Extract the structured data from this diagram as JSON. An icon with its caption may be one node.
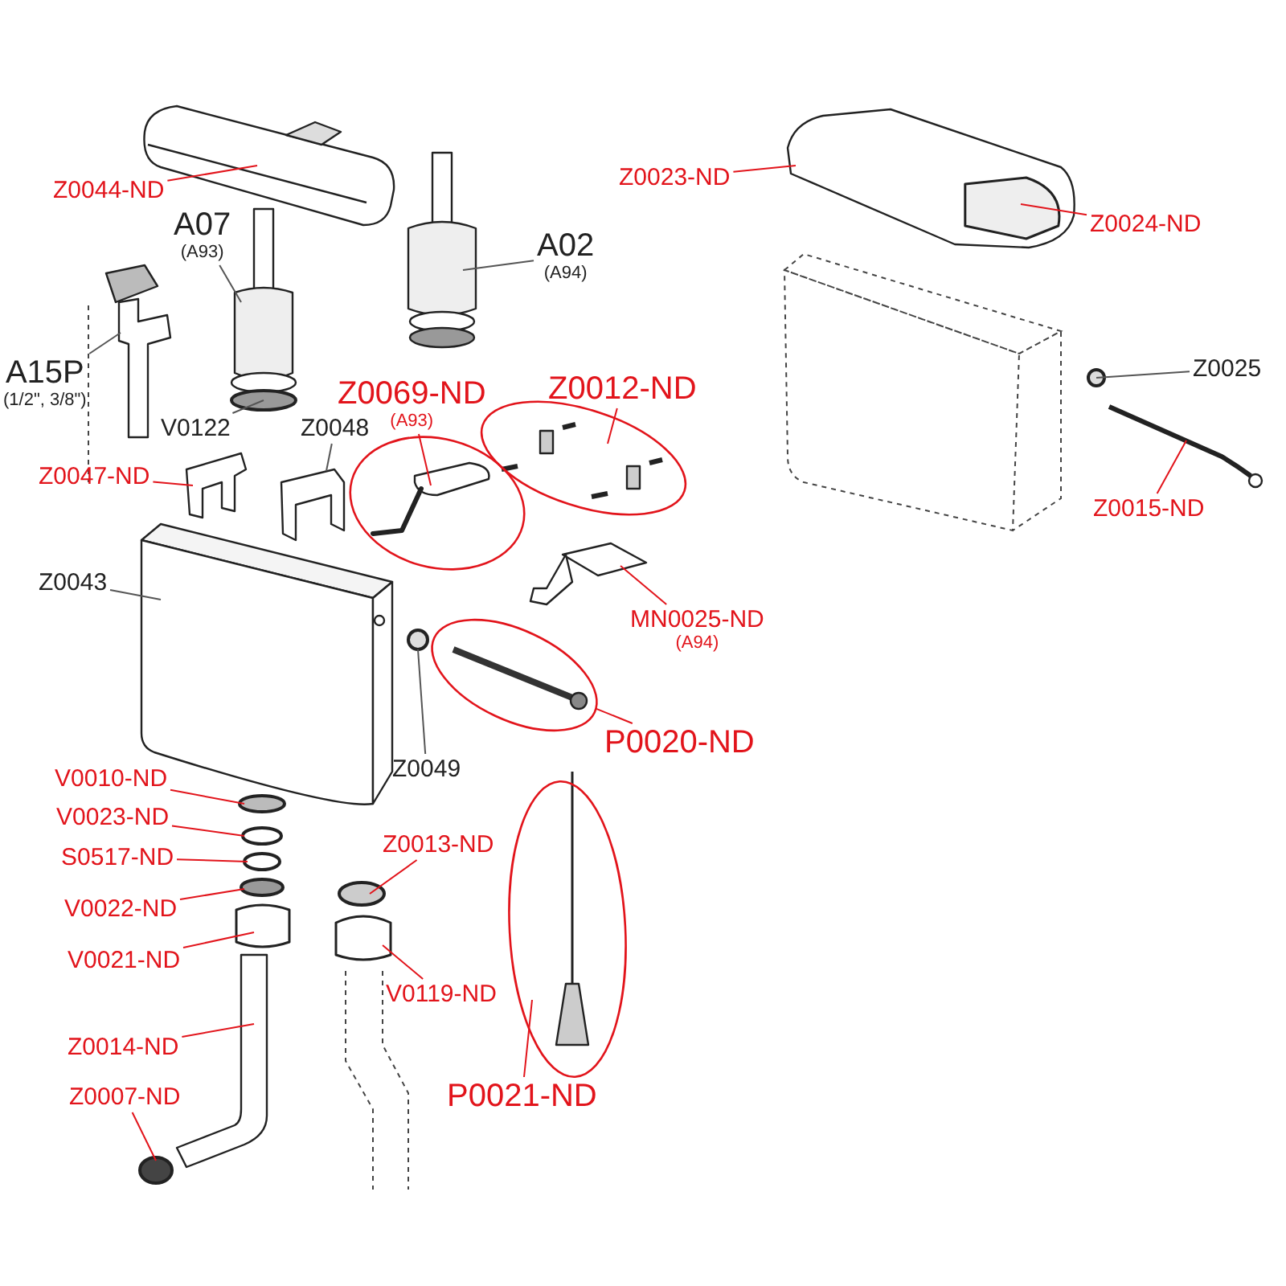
{
  "diagram": {
    "nodes": [
      {
        "text": [
          "Z0044-ND"
        ]
      },
      {
        "text": [
          "Z0023-ND"
        ]
      },
      {
        "text": [
          "Z0024-ND"
        ]
      },
      {
        "text": [
          "A07"
        ],
        "beside": [
          "(A93)"
        ]
      },
      {
        "text": [
          "A02"
        ],
        "beside": [
          "(A94)"
        ]
      },
      {
        "text": [
          "A15P"
        ],
        "beside": [
          "(1/2\", 3/8\")"
        ]
      },
      {
        "text": [
          "Z0025"
        ]
      },
      {
        "text": [
          "Z0069-ND"
        ],
        "beside": [
          "(A93)"
        ]
      },
      {
        "text": [
          "Z0012-ND"
        ]
      },
      {
        "text": [
          "V0122"
        ]
      },
      {
        "text": [
          "Z0048"
        ]
      },
      {
        "text": [],
        "shape": "ellipse"
      },
      {
        "text": [],
        "shape": "ellipse"
      },
      {
        "text": [
          "Z0047-ND"
        ]
      },
      {
        "text": [
          "Z0015-ND"
        ]
      },
      {
        "text": [
          "Z0043"
        ]
      },
      {
        "text": [
          "MN0025-ND"
        ],
        "beside": [
          "(A94)"
        ]
      },
      {
        "text": [],
        "shape": "ellipse"
      },
      {
        "text": [
          "P0020-ND"
        ]
      },
      {
        "text": [
          "Z0049"
        ]
      },
      {
        "text": [
          "V0010-ND"
        ]
      },
      {
        "text": [],
        "shape": "ellipse"
      },
      {
        "text": [
          "V0023-ND"
        ]
      },
      {
        "text": [
          "Z0013-ND"
        ]
      },
      {
        "text": [
          "S0517-ND"
        ]
      },
      {
        "text": [
          "V0022-ND"
        ]
      },
      {
        "text": [
          "V0021-ND"
        ]
      },
      {
        "text": [
          "V0119-ND"
        ]
      },
      {
        "text": [
          "Z0014-ND"
        ]
      },
      {
        "text": [
          "P0021-ND"
        ]
      },
      {
        "text": [
          "Z0007-ND"
        ]
      },
      {
        "text": [],
        "shape": "picture"
      },
      {
        "text": [],
        "shape": "picture"
      },
      {
        "text": [],
        "shape": "box",
        "in": 32
      },
      {
        "text": [],
        "shape": "picture"
      },
      {
        "text": [],
        "shape": "picture"
      },
      {
        "text": [],
        "shape": "picture"
      },
      {
        "text": [],
        "shape": "circle"
      },
      {
        "text": [],
        "shape": "circle"
      },
      {
        "text": [],
        "shape": "picture"
      },
      {
        "text": [],
        "shape": "picture"
      },
      {
        "text": [],
        "shape": "picture"
      },
      {
        "text": [],
        "shape": "picture"
      },
      {
        "text": [],
        "shape": "picture"
      },
      {
        "text": [],
        "shape": "circle"
      },
      {
        "text": [],
        "shape": "circle"
      },
      {
        "text": [],
        "shape": "circle"
      },
      {
        "text": [],
        "shape": "circle"
      },
      {
        "text": [],
        "shape": "circle"
      },
      {
        "text": [],
        "shape": "circle"
      },
      {
        "text": [],
        "shape": "box"
      },
      {
        "text": [],
        "shape": "box"
      },
      {
        "text": [],
        "shape": "picture"
      },
      {
        "text": [],
        "shape": "circle"
      }
    ],
    "edges": [
      {
        "from": 0,
        "to": 31,
        "arrow": "none"
      },
      {
        "from": 1,
        "to": 32,
        "arrow": "none"
      },
      {
        "from": 2,
        "to": 33,
        "arrow": "none"
      },
      {
        "from": 3,
        "to": 34,
        "arrow": "none",
        "color": "#555555"
      },
      {
        "from": 4,
        "to": 35,
        "arrow": "none",
        "color": "#555555"
      },
      {
        "from": 5,
        "to": 36,
        "arrow": "none",
        "color": "#555555"
      },
      {
        "from": 6,
        "to": 38,
        "arrow": "none",
        "color": "#555555"
      },
      {
        "from": 7,
        "to": 12,
        "arrow": "none"
      },
      {
        "from": 8,
        "to": 11,
        "arrow": "none"
      },
      {
        "from": 9,
        "to": 37,
        "arrow": "none",
        "color": "#555555"
      },
      {
        "from": 10,
        "to": 40,
        "arrow": "none",
        "color": "#555555"
      },
      {
        "from": 13,
        "to": 39,
        "arrow": "none"
      },
      {
        "from": 14,
        "to": 41,
        "arrow": "none"
      },
      {
        "from": 15,
        "to": 42,
        "arrow": "none",
        "color": "#555555"
      },
      {
        "from": 16,
        "to": 43,
        "arrow": "none"
      },
      {
        "from": 18,
        "to": 17,
        "arrow": "none"
      },
      {
        "from": 19,
        "to": 44,
        "arrow": "none",
        "color": "#555555"
      },
      {
        "from": 20,
        "to": 45,
        "arrow": "none"
      },
      {
        "from": 22,
        "to": 46,
        "arrow": "none"
      },
      {
        "from": 23,
        "to": 47,
        "arrow": "none"
      },
      {
        "from": 24,
        "to": 48,
        "arrow": "none"
      },
      {
        "from": 25,
        "to": 49,
        "arrow": "none"
      },
      {
        "from": 26,
        "to": 50,
        "arrow": "none"
      },
      {
        "from": 27,
        "to": 51,
        "arrow": "none"
      },
      {
        "from": 28,
        "to": 52,
        "arrow": "none"
      },
      {
        "from": 29,
        "to": 21,
        "arrow": "none"
      },
      {
        "from": 30,
        "to": 53,
        "arrow": "none"
      }
    ]
  }
}
